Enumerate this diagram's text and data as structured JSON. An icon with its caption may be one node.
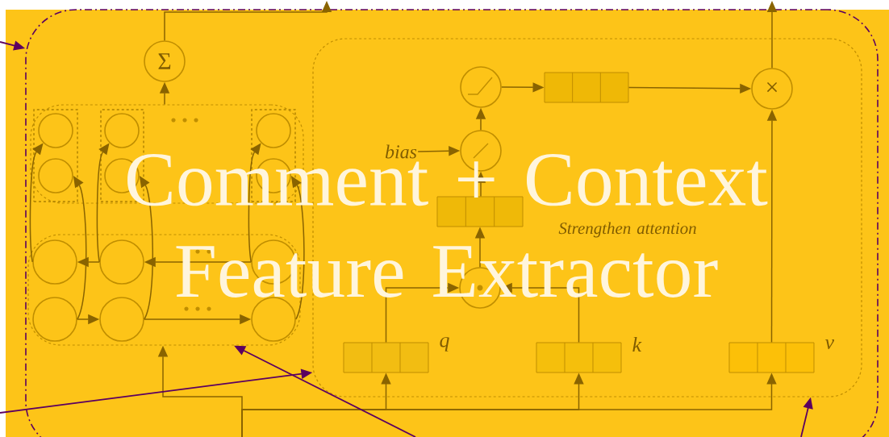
{
  "diagram": {
    "title": "Comment + Context Feature Extractor",
    "nodes": [
      {
        "text": [],
        "shape": "box"
      },
      {
        "text": [],
        "shape": "box",
        "in": 0
      },
      {
        "text": [],
        "shape": "box",
        "in": 1
      },
      {
        "text": [],
        "shape": "box",
        "in": 1
      },
      {
        "text": [],
        "shape": "box",
        "in": 1
      },
      {
        "text": [],
        "shape": "circle",
        "in": 2
      },
      {
        "text": [],
        "shape": "circle",
        "in": 2
      },
      {
        "text": [],
        "shape": "circle",
        "in": 3
      },
      {
        "text": [],
        "shape": "circle",
        "in": 3
      },
      {
        "text": [],
        "shape": "circle",
        "in": 4
      },
      {
        "text": [],
        "shape": "circle",
        "in": 4
      },
      {
        "text": [],
        "shape": "box",
        "in": 0
      },
      {
        "text": [],
        "shape": "circle",
        "in": 11
      },
      {
        "text": [],
        "shape": "circle",
        "in": 11
      },
      {
        "text": [],
        "shape": "circle",
        "in": 11
      },
      {
        "text": [],
        "shape": "circle",
        "in": 11
      },
      {
        "text": [],
        "shape": "circle",
        "in": 11
      },
      {
        "text": [],
        "shape": "circle",
        "in": 11
      },
      {
        "text": [
          "Σ"
        ],
        "in": 0
      },
      {
        "text": [
          "Strengthen attention"
        ],
        "in": 0
      },
      {
        "text": [],
        "shape": "bar",
        "in": 19,
        "beside": [
          "q"
        ]
      },
      {
        "text": [],
        "shape": "bar",
        "in": 19,
        "beside": [
          "k"
        ]
      },
      {
        "text": [],
        "shape": "bar",
        "in": 19,
        "beside": [
          "v"
        ]
      },
      {
        "text": [],
        "shape": "circle",
        "in": 19
      },
      {
        "text": [],
        "shape": "bar",
        "in": 19
      },
      {
        "text": [
          "bias"
        ],
        "in": 19
      },
      {
        "text": [],
        "shape": "circle",
        "in": 19
      },
      {
        "text": [],
        "shape": "circle",
        "in": 19
      },
      {
        "text": [],
        "shape": "bar",
        "in": 19
      },
      {
        "text": [
          "×"
        ],
        "in": 19
      }
    ],
    "edges": [
      {
        "from": 18,
        "to": null,
        "arrow": "to"
      },
      {
        "from": 1,
        "to": 18,
        "arrow": "to"
      },
      {
        "from": 12,
        "to": 5,
        "arrow": "to"
      },
      {
        "from": 13,
        "to": 7,
        "arrow": "to"
      },
      {
        "from": 14,
        "to": 9,
        "arrow": "to"
      },
      {
        "from": 15,
        "to": 6,
        "arrow": "to"
      },
      {
        "from": 16,
        "to": 8,
        "arrow": "to"
      },
      {
        "from": 17,
        "to": 10,
        "arrow": "to"
      },
      {
        "from": 13,
        "to": 12,
        "arrow": "to"
      },
      {
        "from": 14,
        "to": 13,
        "arrow": "to"
      },
      {
        "from": 15,
        "to": 16,
        "arrow": "to"
      },
      {
        "from": 16,
        "to": 17,
        "arrow": "to"
      },
      {
        "from": null,
        "to": 11,
        "arrow": "to"
      },
      {
        "from": null,
        "to": 20,
        "arrow": "to"
      },
      {
        "from": null,
        "to": 21,
        "arrow": "to"
      },
      {
        "from": null,
        "to": 22,
        "arrow": "to"
      },
      {
        "from": 20,
        "to": 27,
        "arrow": "to"
      },
      {
        "from": 21,
        "to": 27,
        "arrow": "to"
      },
      {
        "from": 27,
        "to": 24,
        "arrow": "to"
      },
      {
        "from": 24,
        "to": 26,
        "arrow": "to"
      },
      {
        "from": 25,
        "to": 26,
        "arrow": "to"
      },
      {
        "from": 26,
        "to": 23,
        "arrow": "to"
      },
      {
        "from": 23,
        "to": 28,
        "arrow": "to"
      },
      {
        "from": 28,
        "to": 29,
        "arrow": "to"
      },
      {
        "from": 22,
        "to": 29,
        "arrow": "to"
      },
      {
        "from": 29,
        "to": null,
        "arrow": "to"
      },
      {
        "from": null,
        "to": 0,
        "arrow": "to",
        "color": "#5c0060"
      },
      {
        "from": null,
        "to": 19,
        "arrow": "to",
        "color": "#5c0060"
      },
      {
        "from": null,
        "to": 11,
        "arrow": "to",
        "color": "#5c0060"
      },
      {
        "from": null,
        "to": 19,
        "arrow": "to",
        "color": "#5c0060"
      }
    ]
  }
}
